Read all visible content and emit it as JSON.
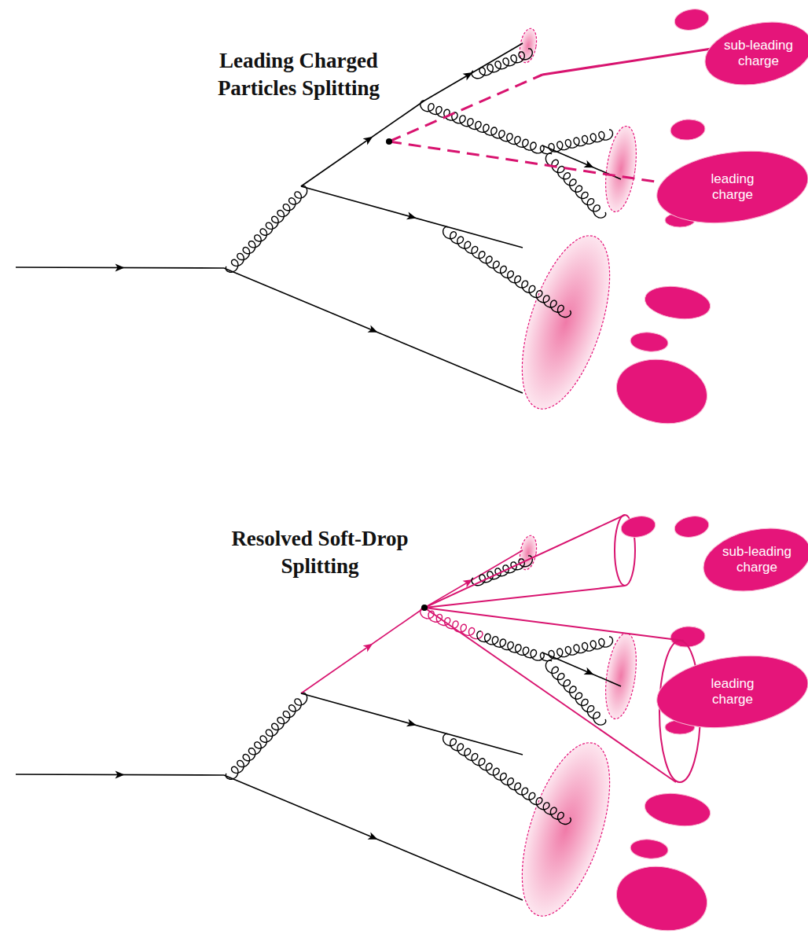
{
  "diagram": {
    "nodes": [
      {
        "text": [
          "sub-leading charge"
        ]
      },
      {
        "text": [
          "leading charge"
        ]
      },
      {
        "text": [
          "sub-leading charge"
        ]
      },
      {
        "text": [
          "leading charge"
        ]
      }
    ],
    "labels": [
      "Leading Charged Particles Splitting",
      "Resolved Soft-Drop Splitting"
    ]
  }
}
